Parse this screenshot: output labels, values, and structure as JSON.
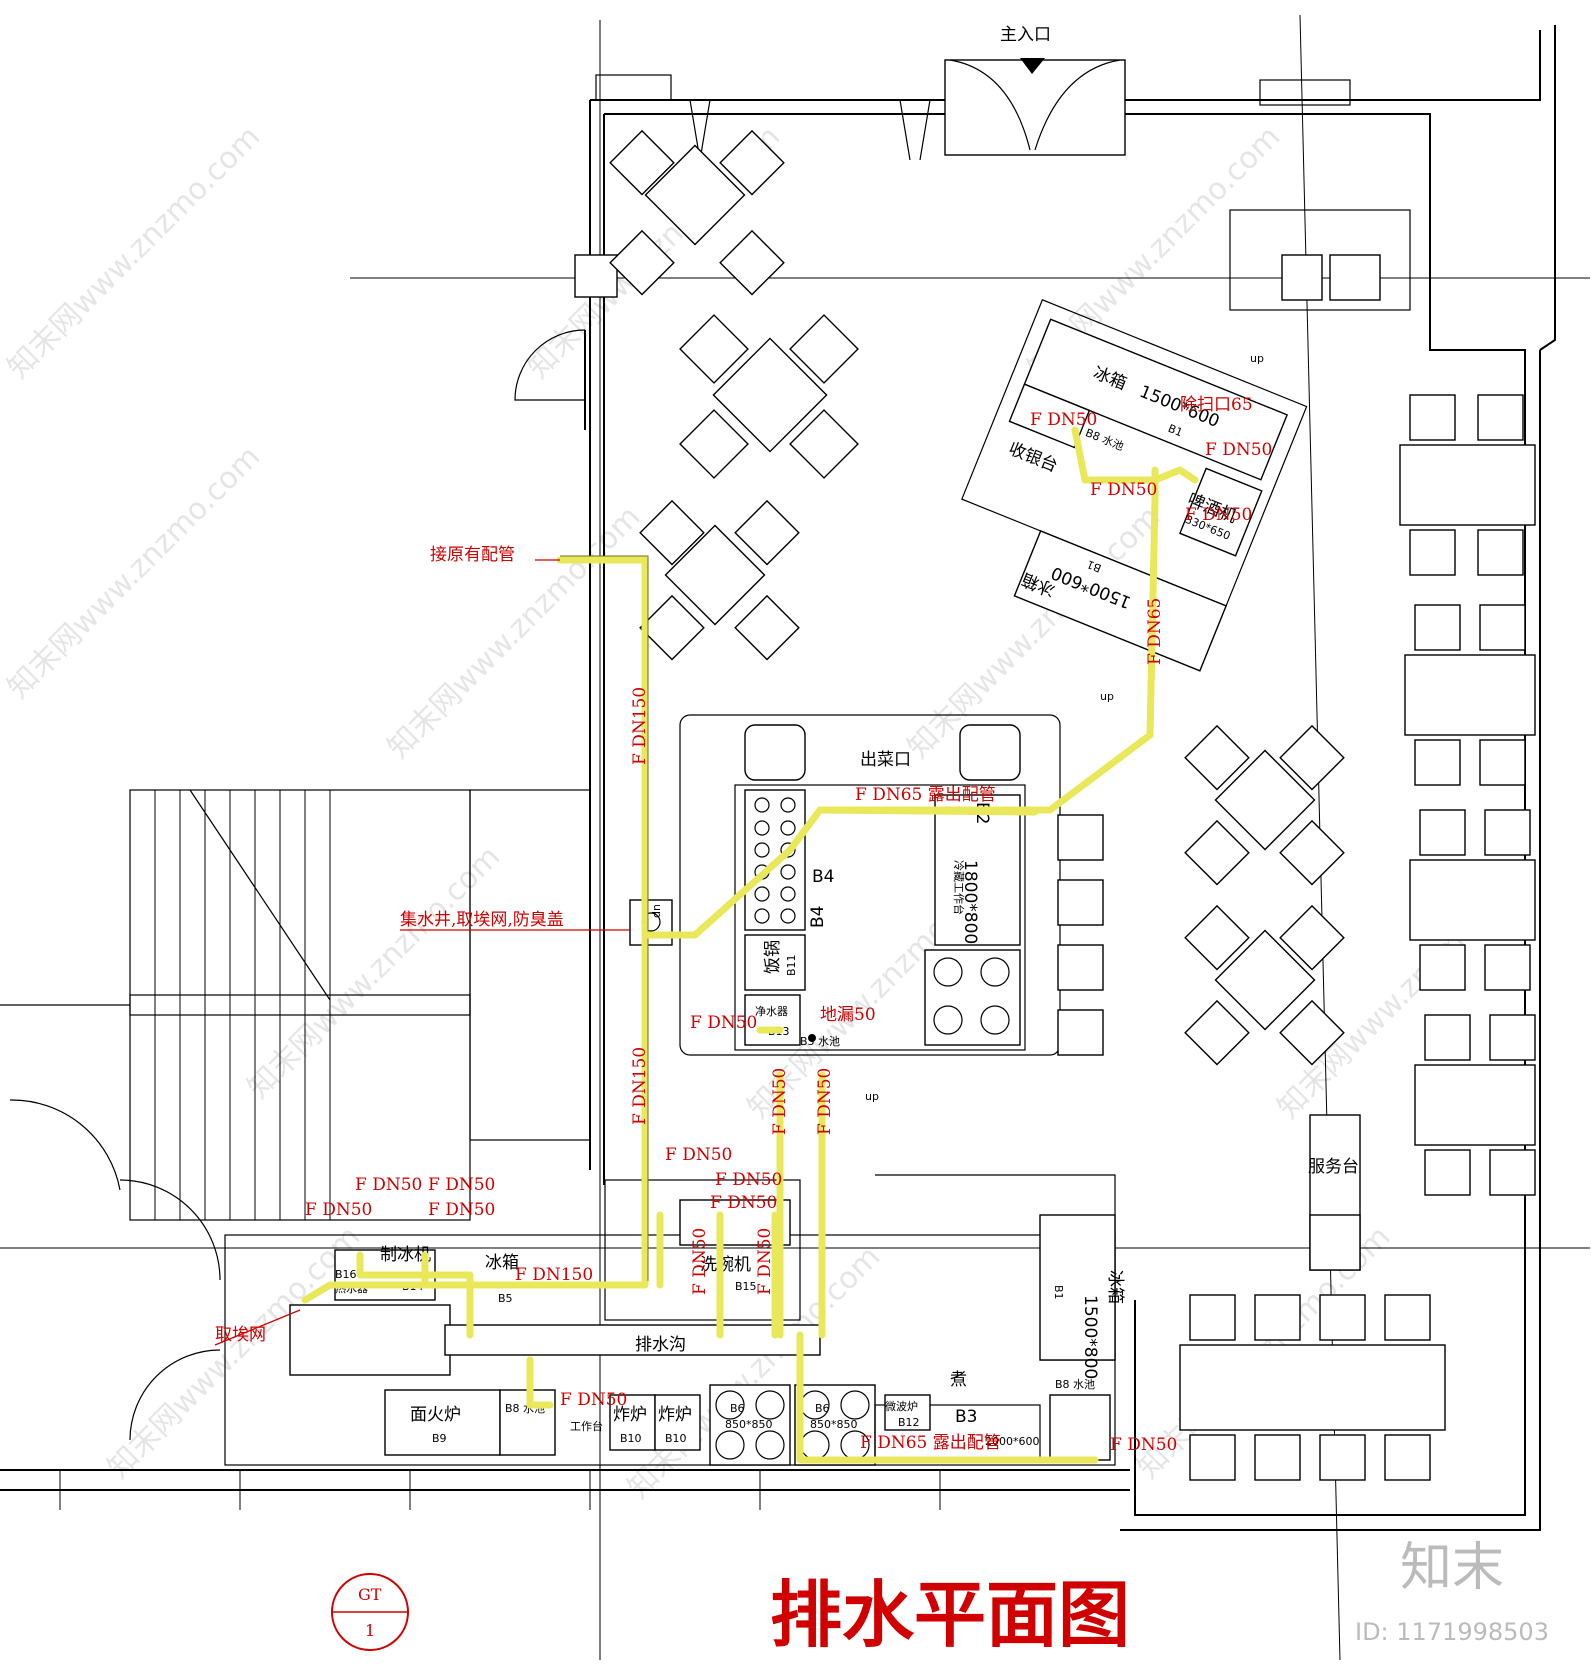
{
  "title": "排水平面图",
  "badge": {
    "top": "GT",
    "bottom": "1"
  },
  "watermark": {
    "site": "知末网www.znzmo.com",
    "brand": "知末",
    "id": "ID: 1171998503"
  },
  "entrance": "主入口",
  "rooms": {
    "serving_window": "出菜口",
    "cashier": "收银台",
    "service_desk": "服务台",
    "cook": "煮",
    "work_table": "工作台",
    "drain_ditch": "排水沟"
  },
  "equipment": {
    "fridge_b1_top": {
      "name": "冰箱",
      "size": "1500*600",
      "code": "B1"
    },
    "fridge_b1_mid": {
      "name": "冰箱",
      "size": "1500*600",
      "code": "B1"
    },
    "fridge_b1_right": {
      "name": "冰箱",
      "size": "1500*800",
      "code": "B1"
    },
    "beer_machine": {
      "name": "啤酒机",
      "size": "330*650"
    },
    "sink_b8": "B8 水池",
    "sink_b3": "B3 水池",
    "b2_table": {
      "code": "B2",
      "size": "1800*800",
      "name": "冷藏工作台"
    },
    "b4": "B4",
    "b11": {
      "name": "饭锅",
      "code": "B11"
    },
    "b13": {
      "name": "净水器",
      "code": "B13"
    },
    "b14": {
      "name": "制冰机",
      "code": "B14"
    },
    "b16": {
      "name": "热水器",
      "code": "B16"
    },
    "b5": {
      "name": "冰箱",
      "code": "B5"
    },
    "b15": {
      "name": "洗碗机",
      "code": "B15"
    },
    "b9": {
      "name": "面火炉",
      "code": "B9"
    },
    "b10a": {
      "name": "炸炉",
      "code": "B10"
    },
    "b10b": {
      "name": "炸炉",
      "code": "B10"
    },
    "b6a": {
      "code": "B6",
      "size": "850*850"
    },
    "b6b": {
      "code": "B6",
      "size": "850*850"
    },
    "b12": {
      "name": "微波炉",
      "code": "B12"
    },
    "b3": {
      "code": "B3",
      "size": "2000*600"
    }
  },
  "up_labels": [
    "up",
    "up",
    "up",
    "up"
  ],
  "pipe_labels": {
    "connect_existing": "接原有配管",
    "sump": "集水井,取埃网,防臭盖",
    "dust_net": "取埃网",
    "fdn150_a": "F DN150",
    "fdn150_b": "F DN150",
    "fdn150_c": "F DN150",
    "fdn50_1": "F DN50",
    "cleanout": "除扫口65",
    "fdn50_2": "F DN50",
    "fdn50_3": "F DN50",
    "fdn50_4": "F DN50",
    "fdn65_v": "F DN65",
    "fdn65_exposed": "F DN65 露出配管",
    "fdn50_5": "F DN50",
    "floor_drain": "地漏50",
    "fdn50_v1": "F DN50",
    "fdn50_v2": "F DN50",
    "fdn50_6": "F DN50",
    "fdn50_7": "F DN50",
    "fdn50_8": "F DN50",
    "fdn50_9": "F DN50",
    "fdn50_10": "F DN50",
    "fdn50_11": "F DN50",
    "fdn50_12": "F DN50",
    "fdn50_v3": "F DN50",
    "fdn50_v4": "F DN50",
    "fdn50_13": "F DN50",
    "fdn65_bottom": "F DN65 露出配管",
    "fdn50_14": "F DN50"
  }
}
